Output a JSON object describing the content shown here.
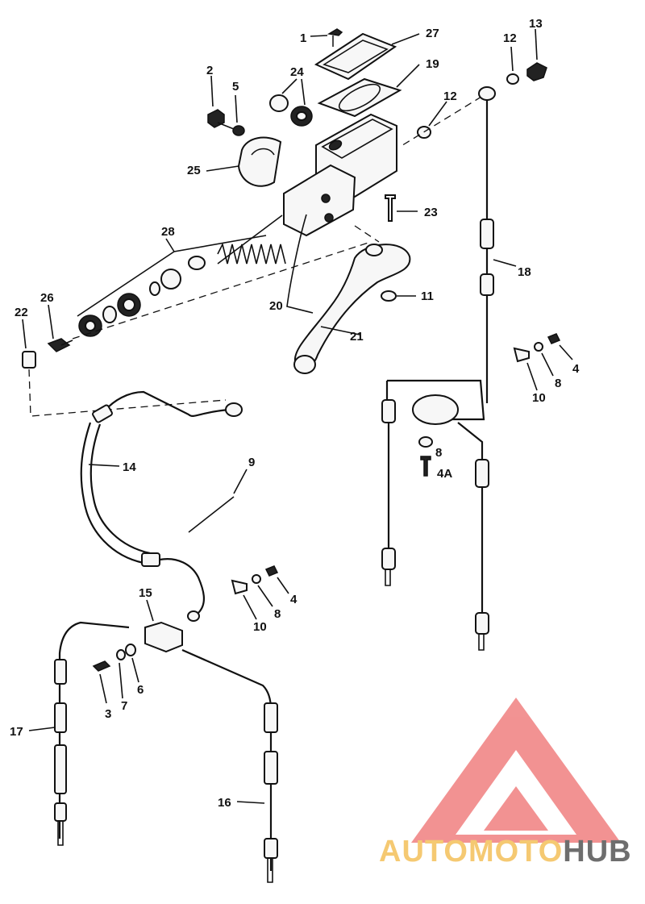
{
  "callouts": [
    {
      "id": "c1",
      "text": "1"
    },
    {
      "id": "c27",
      "text": "27"
    },
    {
      "id": "c19",
      "text": "19"
    },
    {
      "id": "c13",
      "text": "13"
    },
    {
      "id": "c12a",
      "text": "12"
    },
    {
      "id": "c12b",
      "text": "12"
    },
    {
      "id": "c2",
      "text": "2"
    },
    {
      "id": "c5",
      "text": "5"
    },
    {
      "id": "c24",
      "text": "24"
    },
    {
      "id": "c25",
      "text": "25"
    },
    {
      "id": "c23",
      "text": "23"
    },
    {
      "id": "c28",
      "text": "28"
    },
    {
      "id": "c18",
      "text": "18"
    },
    {
      "id": "c26",
      "text": "26"
    },
    {
      "id": "c22",
      "text": "22"
    },
    {
      "id": "c20",
      "text": "20"
    },
    {
      "id": "c11",
      "text": "11"
    },
    {
      "id": "c21",
      "text": "21"
    },
    {
      "id": "c4a",
      "text": "4"
    },
    {
      "id": "c8a",
      "text": "8"
    },
    {
      "id": "c10a",
      "text": "10"
    },
    {
      "id": "c8b",
      "text": "8"
    },
    {
      "id": "c4A",
      "text": "4A"
    },
    {
      "id": "c14",
      "text": "14"
    },
    {
      "id": "c9",
      "text": "9"
    },
    {
      "id": "c4b",
      "text": "4"
    },
    {
      "id": "c8c",
      "text": "8"
    },
    {
      "id": "c10b",
      "text": "10"
    },
    {
      "id": "c15",
      "text": "15"
    },
    {
      "id": "c6",
      "text": "6"
    },
    {
      "id": "c7",
      "text": "7"
    },
    {
      "id": "c3",
      "text": "3"
    },
    {
      "id": "c17",
      "text": "17"
    },
    {
      "id": "c16",
      "text": "16"
    }
  ],
  "watermark": {
    "part1": "AUTOMOTO",
    "part2": "HUB",
    "color1": "#f4c05a",
    "color2": "#555555",
    "triangle_color": "#f08080"
  }
}
